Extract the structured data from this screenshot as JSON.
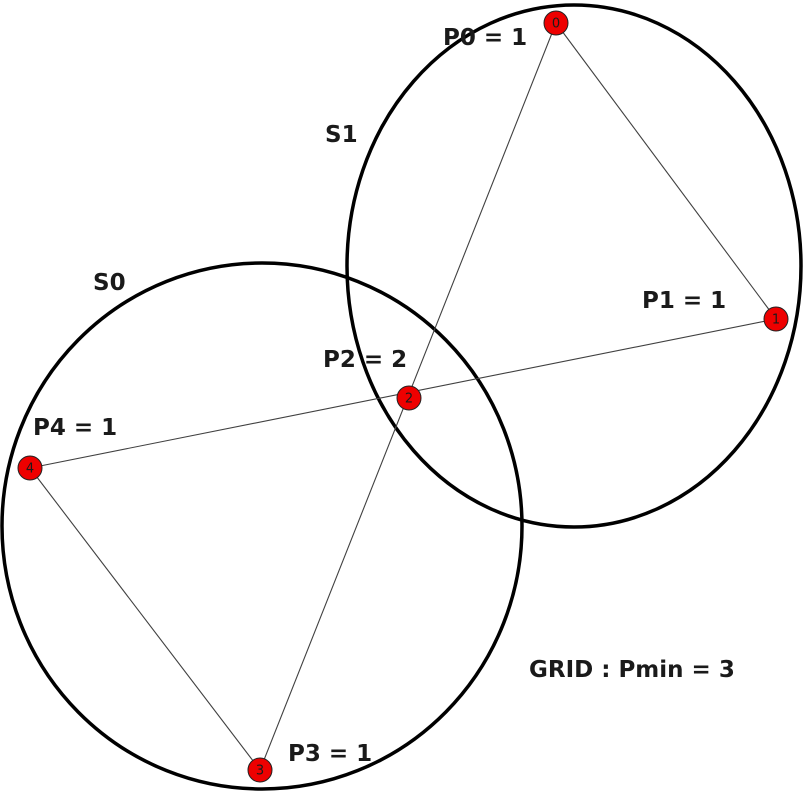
{
  "sets": [
    {
      "id": "S0",
      "label": "S0"
    },
    {
      "id": "S1",
      "label": "S1"
    }
  ],
  "nodes": [
    {
      "id": "0",
      "label": "0",
      "annotation": "P0 = 1"
    },
    {
      "id": "1",
      "label": "1",
      "annotation": "P1 = 1"
    },
    {
      "id": "2",
      "label": "2",
      "annotation": "P2 = 2"
    },
    {
      "id": "3",
      "label": "3",
      "annotation": "P3 = 1"
    },
    {
      "id": "4",
      "label": "4",
      "annotation": "P4 = 1"
    }
  ],
  "edges": [
    {
      "from": "0",
      "to": "1"
    },
    {
      "from": "0",
      "to": "3"
    },
    {
      "from": "1",
      "to": "4"
    },
    {
      "from": "4",
      "to": "3"
    }
  ],
  "summary": "GRID : Pmin = 3",
  "colors": {
    "node_fill": "#ee0000",
    "set_stroke": "#000000",
    "edge_stroke": "#404040"
  }
}
